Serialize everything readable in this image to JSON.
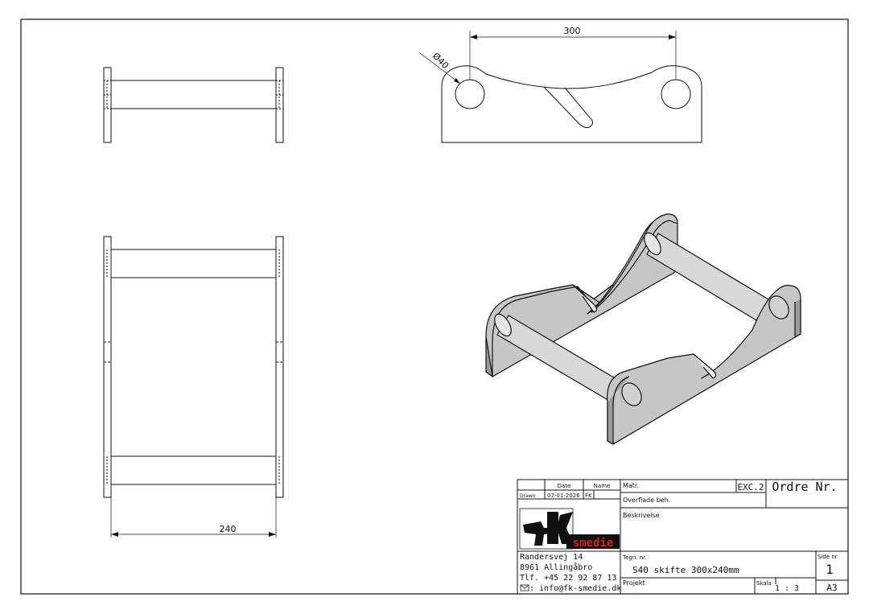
{
  "dimensions": {
    "top_width": "300",
    "hole_diameter": "Ø40",
    "bottom_width": "240"
  },
  "title_block": {
    "date_header": "Date",
    "name_header": "Name",
    "drawn_label": "Drawn",
    "drawn_date": "07-01-2026",
    "drawn_name": "FK",
    "matr_label": "Matr.",
    "matr_value": "EXC.2",
    "order_label": "Ordre Nr.",
    "surface_label": "Overflade beh.",
    "description_label": "Beskrivelse",
    "logo_text": "smedie",
    "address_line1": "Randersvej 14",
    "address_line2": "8961 Allingåbro",
    "phone": "Tlf. +45 22 92 87 13",
    "email": ": info@fk-smedie.dk",
    "drawing_no_label": "Tegn. nr.",
    "drawing_no_value": "S40 skifte 300x240mm",
    "page_label": "Side nr.",
    "page_value": "1",
    "project_label": "Projekt",
    "scale_label": "Skala",
    "scale_value": "1 : 3",
    "paper_size": "A3"
  }
}
